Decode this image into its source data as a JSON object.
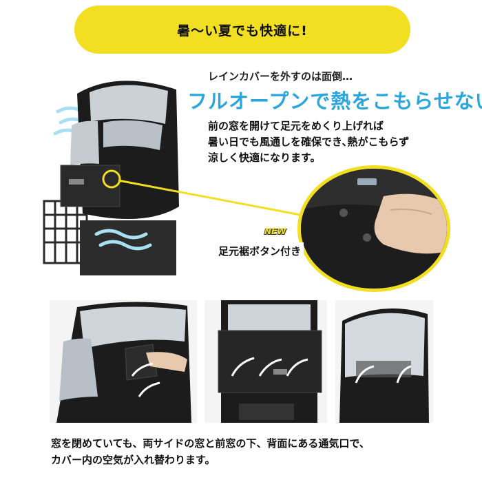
{
  "banner": {
    "text": "暑〜い夏でも快適に!"
  },
  "feature": {
    "lead": "レインカバーを外すのは面倒…",
    "headline": "フルオープンで熱をこもらせない!",
    "body": [
      "前の窓を開けて足元をめくり上げれば",
      "暑い日でも風通しを確保でき､熱がこもらず",
      "涼しく快適になります。"
    ]
  },
  "detail": {
    "badge": "NEW",
    "label": "足元裾ボタン付き"
  },
  "caption": {
    "lines": [
      "窓を閉めていても、両サイドの窓と前窓の下、背面にある通気口で、",
      "カバー内の空気が入れ替わります。"
    ]
  },
  "colors": {
    "banner": "#f2df22",
    "headline": "#2aa6dc",
    "cover": "#1c1c1c",
    "airflow": "#a9dff2"
  }
}
